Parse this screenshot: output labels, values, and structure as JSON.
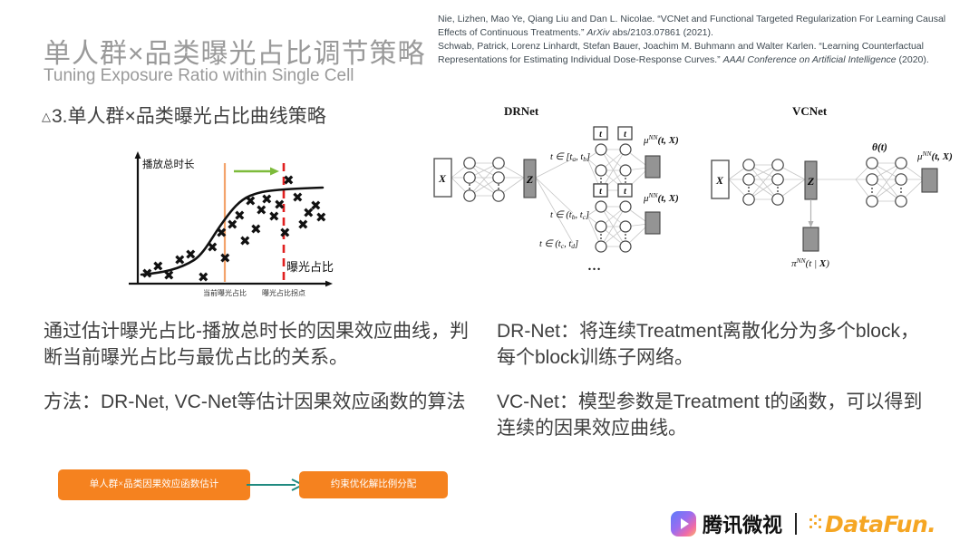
{
  "header": {
    "title_zh": "单人群×品类曝光占比调节策略",
    "title_en": "Tuning Exposure Ratio within Single Cell",
    "section_marker": "△",
    "section_heading": "3.单人群×品类曝光占比曲线策略"
  },
  "citation": {
    "line1_a": "Nie, Lizhen, Mao Ye, Qiang Liu and Dan L. Nicolae. “VCNet and Functional Targeted Regularization For Learning Causal Effects of Continuous Treatments.” ",
    "line1_italic": "ArXiv",
    "line1_b": " abs/2103.07861 (2021).",
    "line2_a": "Schwab, Patrick, Lorenz Linhardt, Stefan Bauer, Joachim M. Buhmann and Walter Karlen. “Learning Counterfactual Representations for Estimating Individual Dose-Response Curves.” ",
    "line2_italic": "AAAI Conference on Artificial Intelligence",
    "line2_b": " (2020)."
  },
  "body": {
    "left_1": "通过估计曝光占比-播放总时长的因果效应曲线，判断当前曝光占比与最优占比的关系。",
    "left_2": "方法：DR-Net, VC-Net等估计因果效应函数的算法",
    "right_1": "DR-Net：将连续Treatment离散化分为多个block，每个block训练子网络。",
    "right_2": "VC-Net：模型参数是Treatment t的函数，可以得到连续的因果效应曲线。"
  },
  "flow": {
    "box1": "单人群×品类因果效应函数估计",
    "box2": "约束优化解比例分配",
    "arrow_color": "#1F8A80",
    "box_color": "#F5821F"
  },
  "logos": {
    "weishi_name": "腾讯微视",
    "weishi_icon": "play-icon",
    "divider": "|",
    "datafun_name": "DataFun.",
    "datafun_color": "#F5A623"
  },
  "diagrams": {
    "drnet": {
      "title": "DRNet",
      "input_label": "X",
      "latent_label": "Z",
      "treatment_label": "t",
      "branches": [
        {
          "range": "t ∈ [t",
          "sub1": "a",
          "mid": ", t",
          "sub2": "b",
          "close": "]",
          "output": "μ",
          "sup": "NN",
          "args": "(t, X)"
        },
        {
          "range": "t ∈ (t",
          "sub1": "b",
          "mid": ", t",
          "sub2": "c",
          "close": "]",
          "output": "μ",
          "sup": "NN",
          "args": "(t, X)"
        },
        {
          "range": "t ∈ (t",
          "sub1": "c",
          "mid": ", t",
          "sub2": "d",
          "close": "]",
          "output": "",
          "sup": "",
          "args": ""
        }
      ],
      "ellipsis": "…"
    },
    "vcnet": {
      "title": "VCNet",
      "input_label": "X",
      "latent_label": "Z",
      "theta_label": "θ(t)",
      "mu_label": "μ",
      "mu_sup": "NN",
      "mu_args": "(t, X)",
      "pi_label": "π",
      "pi_sup": "NN",
      "pi_args": "(t | X)"
    }
  },
  "chart_data": {
    "type": "scatter",
    "title": "",
    "xlabel": "曝光占比",
    "ylabel": "播放总时长",
    "xlim": [
      0,
      100
    ],
    "ylim": [
      0,
      100
    ],
    "grid": false,
    "legend": null,
    "annotations": {
      "current_line_label": "当前曝光占比",
      "current_line_x": 40,
      "current_line_color": "#F3A36B",
      "optimal_line_label": "曝光占比拐点",
      "optimal_line_x": 68,
      "optimal_line_color": "#E02020",
      "arrow_color": "#7DBB3B",
      "arrow_from_x": 44,
      "arrow_to_x": 66,
      "arrow_y": 86
    },
    "curve": {
      "name": "因果效应曲线 (sigmoid)",
      "color": "#111111",
      "points_x": [
        2,
        8,
        14,
        20,
        26,
        32,
        38,
        42,
        46,
        50,
        54,
        58,
        64,
        70,
        78,
        86,
        94
      ],
      "points_y": [
        12,
        13,
        15,
        18,
        22,
        28,
        36,
        44,
        52,
        60,
        66,
        70,
        74,
        76,
        77,
        78,
        78
      ]
    },
    "scatter": {
      "name": "样本点",
      "marker": "x",
      "color": "#111111",
      "x": [
        3,
        9,
        14,
        20,
        25,
        31,
        35,
        40,
        43,
        46,
        49,
        52,
        55,
        58,
        61,
        63,
        66,
        69,
        72,
        75,
        79,
        83,
        87,
        91,
        94
      ],
      "y": [
        10,
        14,
        9,
        20,
        24,
        8,
        31,
        42,
        27,
        56,
        62,
        50,
        72,
        47,
        57,
        67,
        60,
        65,
        42,
        88,
        70,
        55,
        58,
        62,
        55
      ]
    }
  }
}
